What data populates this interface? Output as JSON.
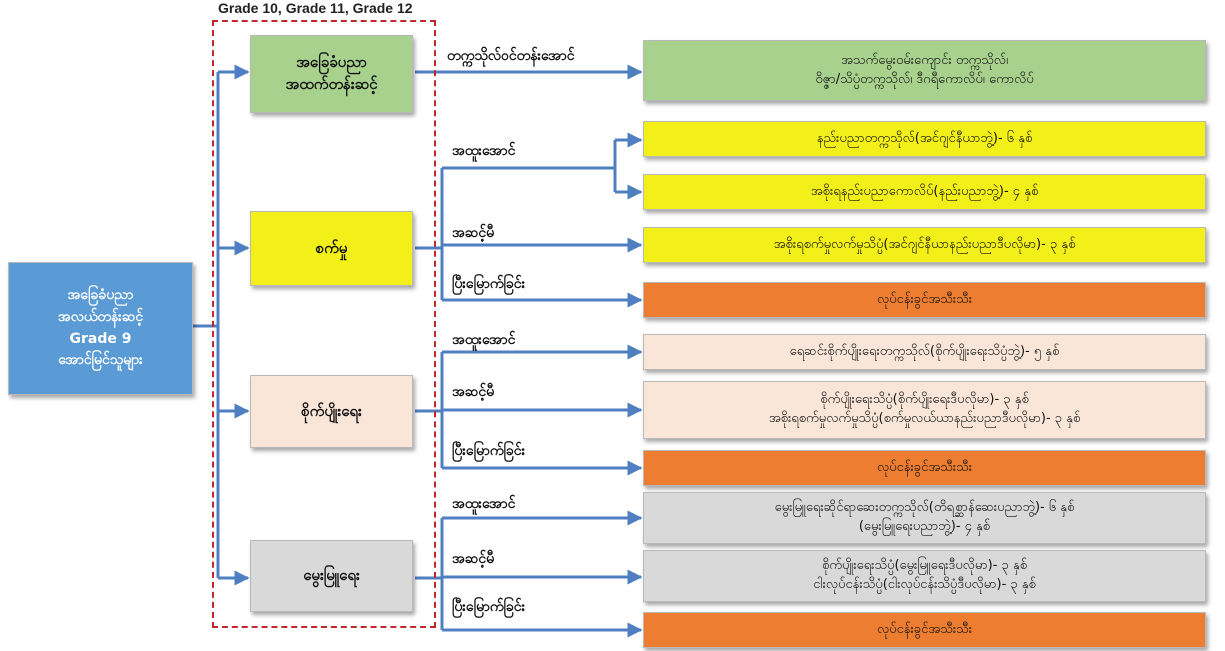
{
  "caption": "Grade 10, Grade 11, Grade 12",
  "source": {
    "lines": [
      "အခြေခံပညာ",
      "အလယ်တန်းဆင့်",
      "Grade 9",
      "အောင်မြင်သူများ"
    ]
  },
  "streams": [
    {
      "id": "general",
      "lines": [
        "အခြေခံပညာ",
        "အထက်တန်းဆင့်"
      ]
    },
    {
      "id": "industry",
      "lines": [
        "စက်မှု"
      ]
    },
    {
      "id": "agriculture",
      "lines": [
        "စိုက်ပျိုးရေး"
      ]
    },
    {
      "id": "livestock",
      "lines": [
        "မွေးမြူရေး"
      ]
    }
  ],
  "edge_labels": {
    "general_pass": "တက္ကသိုလ်ဝင်တန်းအောင်",
    "industry_distinction": "အထူးအောင်",
    "industry_pass": "အဆင့်မီ",
    "industry_complete": "ပြီးမြောက်ခြင်း",
    "agriculture_distinction": "အထူးအောင်",
    "agriculture_pass": "အဆင့်မီ",
    "agriculture_complete": "ပြီးမြောက်ခြင်း",
    "livestock_distinction": "အထူးအောင်",
    "livestock_pass": "အဆင့်မီ",
    "livestock_complete": "ပြီးမြောက်ခြင်း"
  },
  "outcomes": [
    {
      "id": "general-university",
      "lines": [
        "အသက်မွေးဝမ်းကျောင်း တက္ကသိုလ်၊",
        "ဝိဇ္ဇာ/သိပ္ပံတက္ကသိုလ်၊ ဒီဂရီကောလိပ်၊ ကောလိပ်"
      ]
    },
    {
      "id": "industry-engineering",
      "lines": [
        "နည်းပညာတက္ကသိုလ်(အင်ဂျင်နီယာဘွဲ့)- ၆ နှစ်"
      ]
    },
    {
      "id": "industry-tech-college",
      "lines": [
        "အစိုးရနည်းပညာကောလိပ်(နည်းပညာဘွဲ့)- ၄ နှစ်"
      ]
    },
    {
      "id": "industry-institute",
      "lines": [
        "အစိုးရစက်မှုလက်မှုသိပ္ပံ(အင်ဂျင်နီယာနည်းပညာဒီပလိုမာ)- ၃ နှစ်"
      ]
    },
    {
      "id": "industry-career",
      "lines": [
        "လုပ်ငန်းခွင်အသီးသီး"
      ]
    },
    {
      "id": "agri-university",
      "lines": [
        "ရေဆင်းစိုက်ပျိုးရေးတက္ကသိုလ်(စိုက်ပျိုးရေးသိပ္ပံဘွဲ့)- ၅ နှစ်"
      ]
    },
    {
      "id": "agri-institute",
      "lines": [
        "စိုက်ပျိုးရေးသိပ္ပံ(စိုက်ပျိုးရေးဒီပလိုမာ)- ၃ နှစ်",
        "အစိုးရစက်မှုလက်မှုသိပ္ပံ(စက်မှုလယ်ယာနည်းပညာဒီပလိုမာ)- ၃ နှစ်"
      ]
    },
    {
      "id": "agri-career",
      "lines": [
        "လုပ်ငန်းခွင်အသီးသီး"
      ]
    },
    {
      "id": "live-university",
      "lines": [
        "မွေးမြူရေးဆိုင်ရာဆေးတက္ကသိုလ်(တိရစ္ဆာန်ဆေးပညာဘွဲ့)- ၆ နှစ်",
        "(မွေးမြူရေးပညာဘွဲ့)- ၄ နှစ်"
      ]
    },
    {
      "id": "live-institute",
      "lines": [
        "စိုက်ပျိုးရေးသိပ္ပံ(မွေးမြူရေးဒီပလိုမာ)- ၃ နှစ်",
        "ငါးလုပ်ငန်းသိပ္ပံ(ငါးလုပ်ငန်းသိပ္ပံဒီပလိုမာ)- ၃ နှစ်"
      ]
    },
    {
      "id": "live-career",
      "lines": [
        "လုပ်ငန်းခွင်အသီးသီး"
      ]
    }
  ],
  "colors": {
    "connector": "#4f7fc0",
    "frame": "#c0282e",
    "source_fill": "#5b9bd5",
    "general_fill": "#a9d18e",
    "industry_fill": "#f2ef19",
    "agriculture_fill": "#f9e6d9",
    "livestock_fill": "#d9d9d9",
    "career_fill": "#ed7d31"
  }
}
